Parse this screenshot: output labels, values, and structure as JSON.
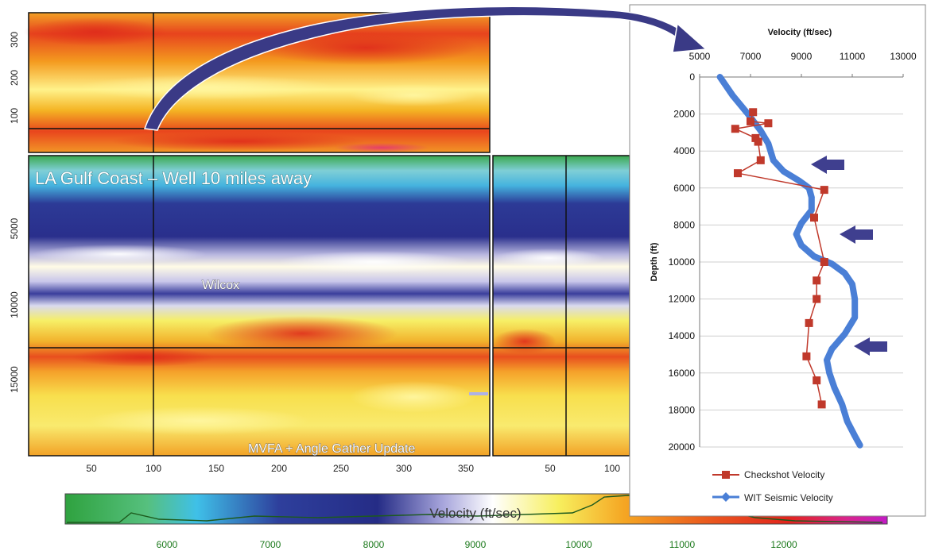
{
  "seismic": {
    "title_overlay": "LA Gulf Coast – Well 10 miles away",
    "horizon_label": "Wilcox",
    "bottom_label": "MVFA + Angle Gather Update",
    "top_panel_yticks": [
      "300",
      "200",
      "100"
    ],
    "main_panel_yticks": [
      "5000",
      "10000",
      "15000"
    ],
    "xticks_left": [
      "50",
      "100",
      "150",
      "200",
      "250",
      "300",
      "350"
    ],
    "xticks_right": [
      "50",
      "100"
    ]
  },
  "colorbar": {
    "label": "Velocity (ft/sec)",
    "ticks": [
      "6000",
      "7000",
      "8000",
      "9000",
      "10000",
      "11000",
      "12000"
    ]
  },
  "colors": {
    "checkshot": "#c0392b",
    "seismic_velocity": "#4a7fd6",
    "arrow": "#3f3f8f"
  },
  "chart_data": {
    "type": "line",
    "title": "Velocity (ft/sec)",
    "xlabel": "Velocity (ft/sec)",
    "ylabel": "Depth (ft)",
    "xlim": [
      5000,
      13000
    ],
    "ylim": [
      0,
      20000
    ],
    "y_inverted": true,
    "x_axis_position": "top",
    "grid": "horizontal",
    "xticks": [
      "5000",
      "7000",
      "9000",
      "11000",
      "13000"
    ],
    "yticks": [
      "0",
      "2000",
      "4000",
      "6000",
      "8000",
      "10000",
      "12000",
      "14000",
      "16000",
      "18000",
      "20000"
    ],
    "legend_position": "bottom",
    "series": [
      {
        "name": "Checkshot Velocity",
        "marker": "square",
        "points": [
          [
            7100,
            1900
          ],
          [
            7000,
            2400
          ],
          [
            7700,
            2500
          ],
          [
            6400,
            2800
          ],
          [
            7200,
            3300
          ],
          [
            7300,
            3500
          ],
          [
            7400,
            4500
          ],
          [
            6500,
            5200
          ],
          [
            9900,
            6100
          ],
          [
            9500,
            7600
          ],
          [
            9900,
            10000
          ],
          [
            9600,
            11000
          ],
          [
            9600,
            12000
          ],
          [
            9300,
            13300
          ],
          [
            9200,
            15100
          ],
          [
            9600,
            16400
          ],
          [
            9800,
            17700
          ]
        ]
      },
      {
        "name": "WIT Seismic Velocity",
        "marker": "diamond",
        "points": [
          [
            5800,
            0
          ],
          [
            6300,
            1000
          ],
          [
            6900,
            2000
          ],
          [
            7400,
            2900
          ],
          [
            7700,
            3600
          ],
          [
            7900,
            4500
          ],
          [
            8300,
            5100
          ],
          [
            8900,
            5600
          ],
          [
            9300,
            6000
          ],
          [
            9400,
            6500
          ],
          [
            9400,
            7200
          ],
          [
            9000,
            7900
          ],
          [
            8800,
            8500
          ],
          [
            9000,
            9100
          ],
          [
            9500,
            9700
          ],
          [
            10200,
            10100
          ],
          [
            10700,
            10600
          ],
          [
            11000,
            11200
          ],
          [
            11100,
            12000
          ],
          [
            11100,
            13000
          ],
          [
            10700,
            13900
          ],
          [
            10200,
            14700
          ],
          [
            10000,
            15300
          ],
          [
            10100,
            16000
          ],
          [
            10300,
            16800
          ],
          [
            10600,
            17700
          ],
          [
            10800,
            18600
          ],
          [
            11100,
            19400
          ],
          [
            11300,
            19900
          ]
        ]
      }
    ]
  }
}
